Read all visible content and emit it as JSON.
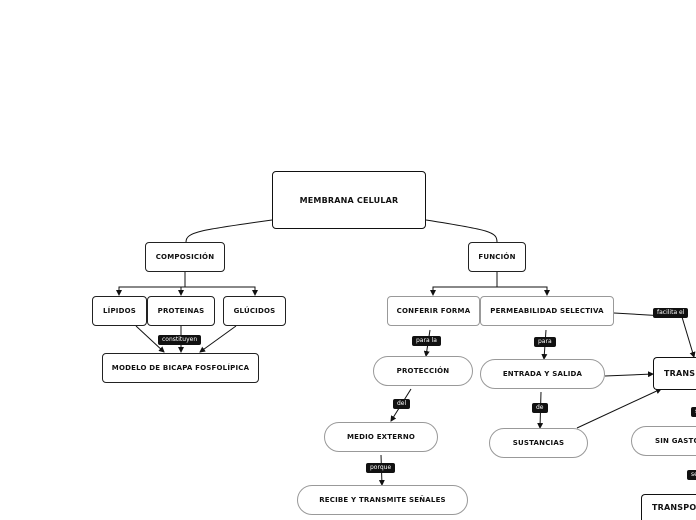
{
  "nodes": {
    "root": "MEMBRANA CELULAR",
    "composicion": "COMPOSICIÓN",
    "funcion": "FUNCIÓN",
    "lipidos": "LÍPIDOS",
    "proteinas": "PROTEINAS",
    "glucidos": "GLÚCIDOS",
    "modelo": "MODELO DE BICAPA FOSFOLÍPICA",
    "conferir_forma": "CONFERIR FORMA",
    "permeabilidad": "PERMEABILIDAD SELECTIVA",
    "proteccion": "PROTECCIÓN",
    "medio_externo": "MEDIO EXTERNO",
    "recibe": "RECIBE Y TRANSMITE SEÑALES",
    "entrada_salida": "ENTRADA Y SALIDA",
    "sustancias": "SUSTANCIAS",
    "trans_partial": "TRANS",
    "sin_gasto_partial": "SIN GASTO",
    "transpo_partial": "TRANSPO"
  },
  "labels": {
    "constituyen": "constituyen",
    "para_la": "para la",
    "del": "del",
    "porque": "porque",
    "para": "para",
    "de": "de",
    "facilita_el": "facilita el",
    "s1": "s",
    "se": "se"
  }
}
